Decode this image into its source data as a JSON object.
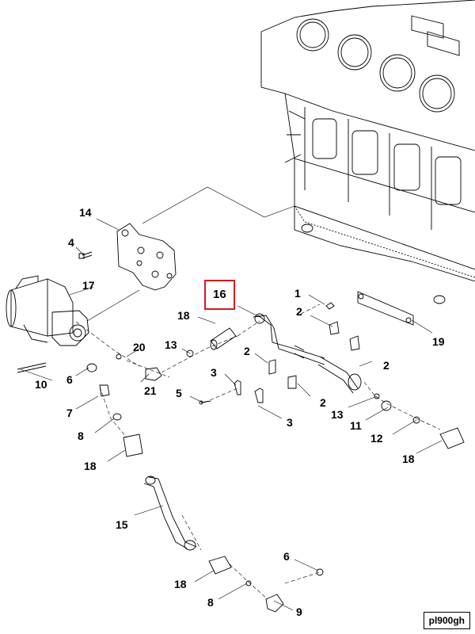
{
  "figure_id": "pl900gh",
  "highlight_color": "#d7191f",
  "callouts": [
    {
      "key": "c14",
      "label": "14"
    },
    {
      "key": "c4",
      "label": "4"
    },
    {
      "key": "c17",
      "label": "17"
    },
    {
      "key": "c16",
      "label": "16",
      "highlighted": true
    },
    {
      "key": "c1",
      "label": "1"
    },
    {
      "key": "c18a",
      "label": "18"
    },
    {
      "key": "c2a",
      "label": "2"
    },
    {
      "key": "c19",
      "label": "19"
    },
    {
      "key": "c20",
      "label": "20"
    },
    {
      "key": "c13a",
      "label": "13"
    },
    {
      "key": "c2b",
      "label": "2"
    },
    {
      "key": "c2c",
      "label": "2"
    },
    {
      "key": "c6a",
      "label": "6"
    },
    {
      "key": "c3a",
      "label": "3"
    },
    {
      "key": "c10",
      "label": "10"
    },
    {
      "key": "c21",
      "label": "21"
    },
    {
      "key": "c5",
      "label": "5"
    },
    {
      "key": "c2d",
      "label": "2"
    },
    {
      "key": "c7",
      "label": "7"
    },
    {
      "key": "c13b",
      "label": "13"
    },
    {
      "key": "c3b",
      "label": "3"
    },
    {
      "key": "c11",
      "label": "11"
    },
    {
      "key": "c8a",
      "label": "8"
    },
    {
      "key": "c12",
      "label": "12"
    },
    {
      "key": "c18b",
      "label": "18"
    },
    {
      "key": "c18c",
      "label": "18"
    },
    {
      "key": "c15",
      "label": "15"
    },
    {
      "key": "c6b",
      "label": "6"
    },
    {
      "key": "c18d",
      "label": "18"
    },
    {
      "key": "c8b",
      "label": "8"
    },
    {
      "key": "c9",
      "label": "9"
    }
  ]
}
